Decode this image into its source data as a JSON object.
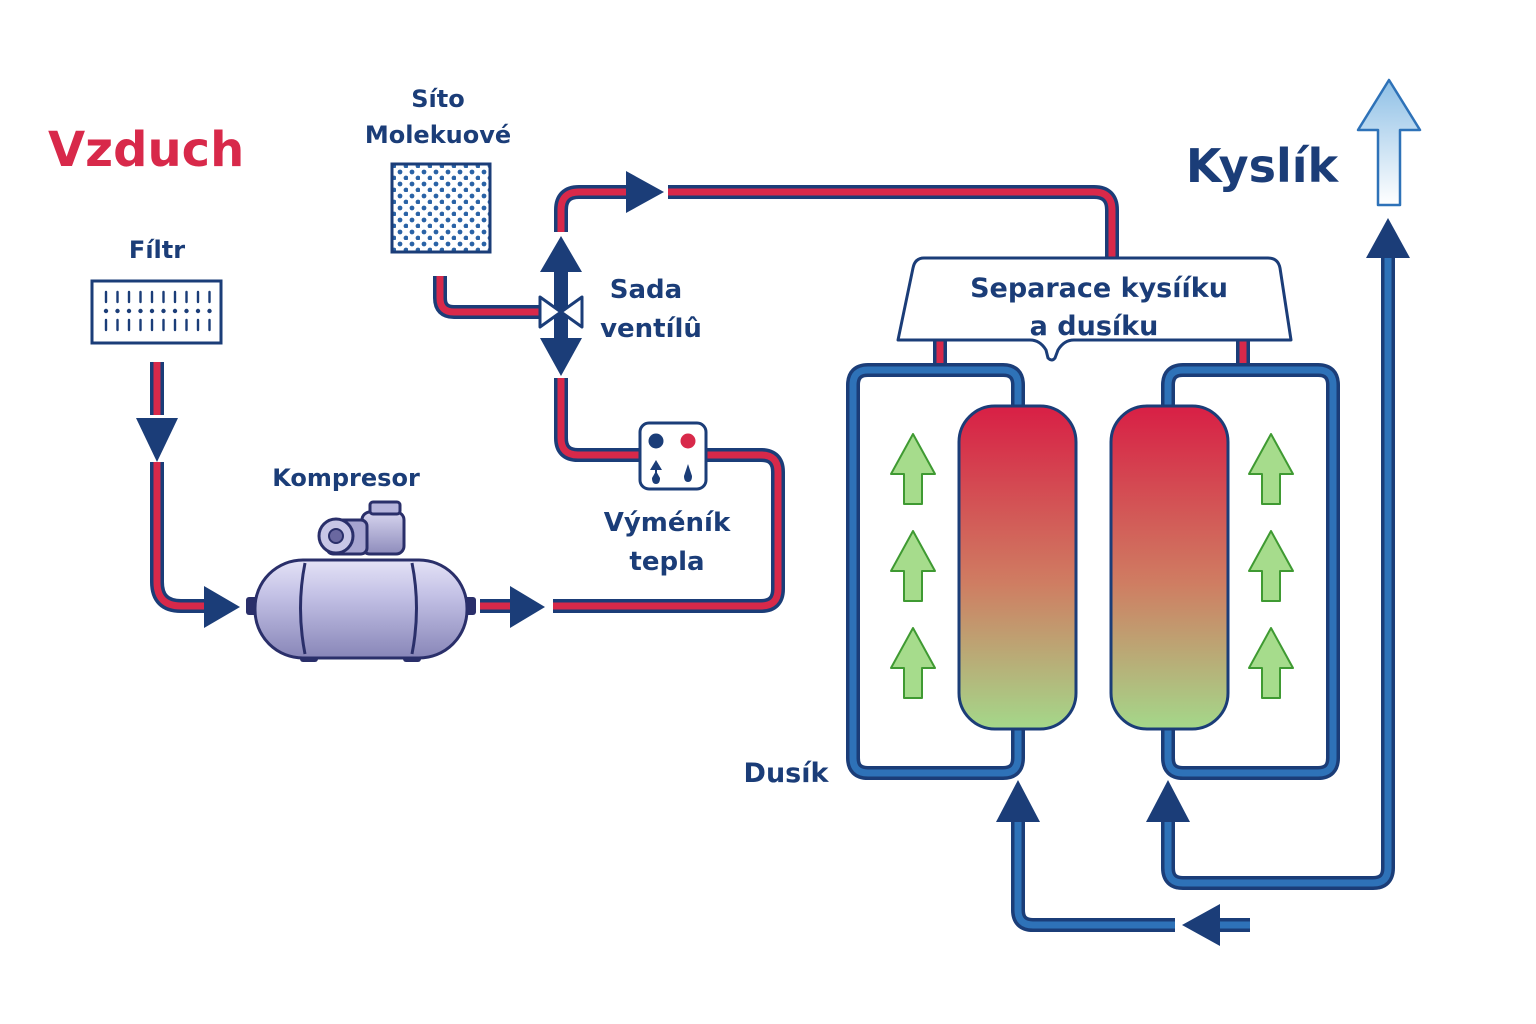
{
  "labels": {
    "vzduch": "Vzduch",
    "filtr": "Fíltr",
    "sito_line1": "Síto",
    "sito_line2": "Molekuové",
    "sada_line1": "Sada",
    "sada_line2": "ventílû",
    "kompresor": "Kompresor",
    "vymenik_line1": "Výméník",
    "vymenik_line2": "tepla",
    "separace_line1": "Separace kysííku",
    "separace_line2": "a dusíku",
    "kyslik": "Kyslík",
    "dusik": "Dusík"
  },
  "colors": {
    "air_red": "#d8294a",
    "navy": "#1b3d78",
    "nitrogen_blue": "#2e72b8",
    "oxygen_arrow": "#a9cdea",
    "green_arrow": "#a6dc8c"
  },
  "icons": {
    "filter": "filter-icon",
    "sieve": "molecular-sieve-icon",
    "valve": "valve-icon",
    "compressor": "compressor-icon",
    "heat_exchanger": "heat-exchanger-icon"
  }
}
